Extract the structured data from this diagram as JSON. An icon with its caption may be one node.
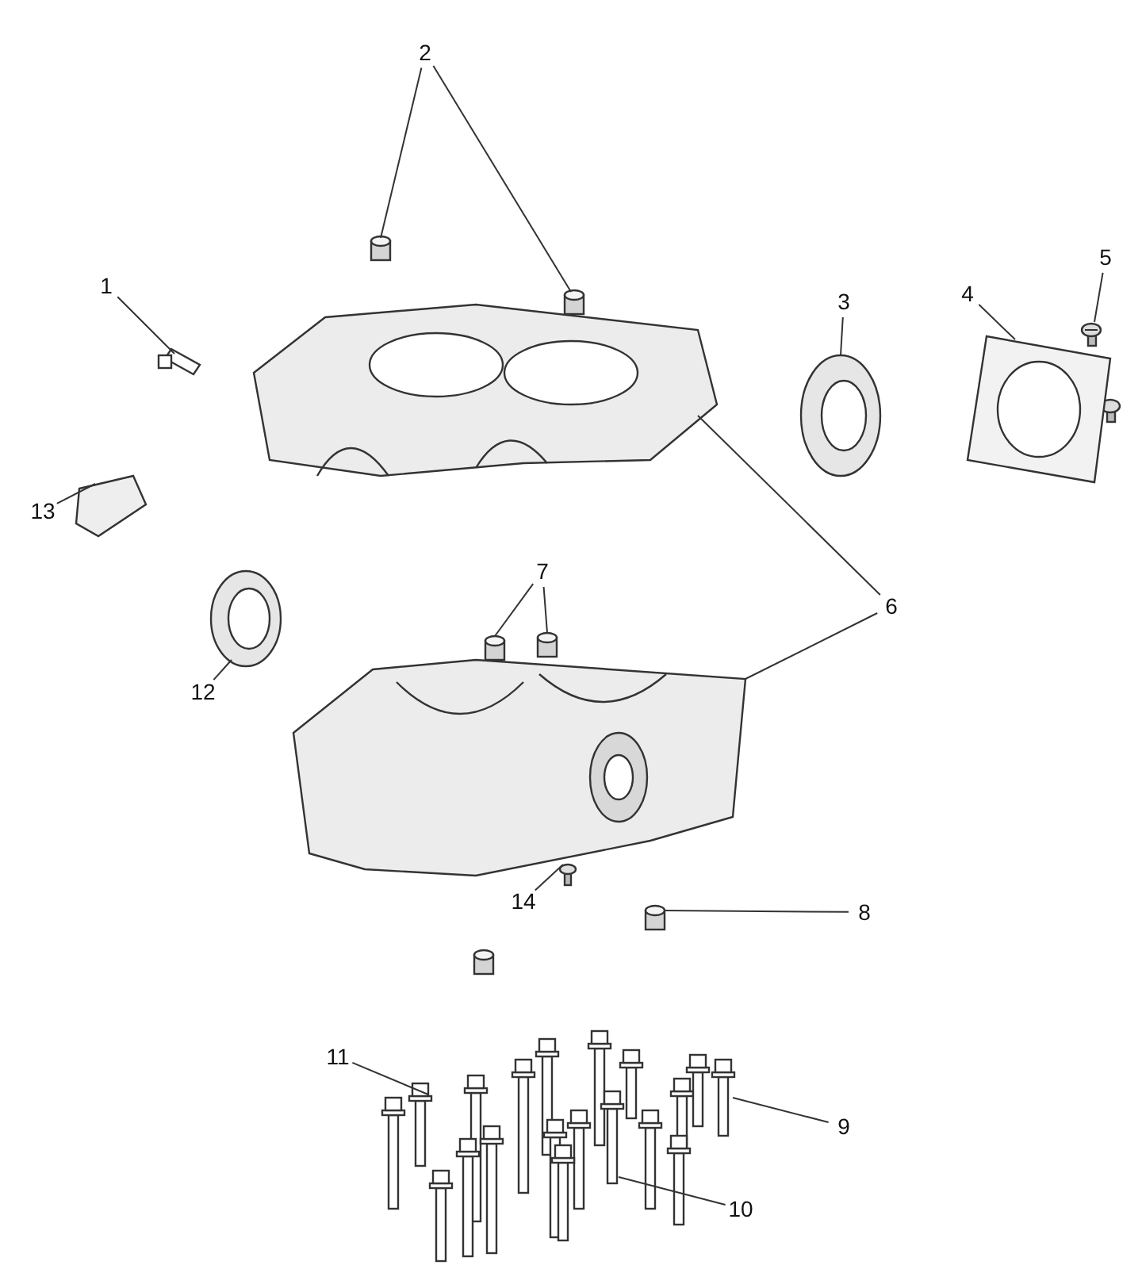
{
  "diagram": {
    "nodes": [
      {
        "text": [
          "2"
        ]
      },
      {
        "text": [],
        "shape": "cylinder"
      },
      {
        "text": [],
        "shape": "cylinder"
      },
      {
        "text": [
          "1"
        ]
      },
      {
        "text": [],
        "shape": "picture"
      },
      {
        "text": [
          "5"
        ]
      },
      {
        "text": [],
        "shape": "picture"
      },
      {
        "text": [
          "4"
        ]
      },
      {
        "text": [],
        "shape": "picture"
      },
      {
        "text": [
          "3"
        ]
      },
      {
        "text": [],
        "shape": "picture"
      },
      {
        "text": [],
        "shape": "picture"
      },
      {
        "text": [
          "13"
        ]
      },
      {
        "text": [],
        "shape": "picture"
      },
      {
        "text": [
          "7"
        ]
      },
      {
        "text": [],
        "shape": "cylinder"
      },
      {
        "text": [],
        "shape": "cylinder"
      },
      {
        "text": [
          "6"
        ]
      },
      {
        "text": [
          "12"
        ]
      },
      {
        "text": [],
        "shape": "picture"
      },
      {
        "text": [],
        "shape": "picture"
      },
      {
        "text": [
          "14"
        ]
      },
      {
        "text": [],
        "shape": "picture"
      },
      {
        "text": [
          "8"
        ]
      },
      {
        "text": [],
        "shape": "cylinder"
      },
      {
        "text": [
          "11"
        ]
      },
      {
        "text": [],
        "shape": "picture"
      },
      {
        "text": [
          "9"
        ]
      },
      {
        "text": [],
        "shape": "picture"
      },
      {
        "text": [
          "10"
        ]
      },
      {
        "text": [],
        "shape": "picture"
      }
    ],
    "edges": [
      {
        "from": 0,
        "to": 1,
        "arrow": "none"
      },
      {
        "from": 0,
        "to": 2,
        "arrow": "none"
      },
      {
        "from": 3,
        "to": 4,
        "arrow": "none"
      },
      {
        "from": 12,
        "to": 13,
        "arrow": "none"
      },
      {
        "from": 9,
        "to": 10,
        "arrow": "none"
      },
      {
        "from": 7,
        "to": 8,
        "arrow": "none"
      },
      {
        "from": 5,
        "to": 6,
        "arrow": "none"
      },
      {
        "from": 17,
        "to": 11,
        "arrow": "none"
      },
      {
        "from": 17,
        "to": 20,
        "arrow": "none"
      },
      {
        "from": 14,
        "to": 15,
        "arrow": "none"
      },
      {
        "from": 14,
        "to": 16,
        "arrow": "none"
      },
      {
        "from": 18,
        "to": 19,
        "arrow": "none"
      },
      {
        "from": 21,
        "to": 22,
        "arrow": "none"
      },
      {
        "from": 23,
        "to": 24,
        "arrow": "none"
      },
      {
        "from": 25,
        "to": 26,
        "arrow": "none"
      },
      {
        "from": 27,
        "to": 28,
        "arrow": "none"
      },
      {
        "from": 29,
        "to": 30,
        "arrow": "none"
      }
    ]
  }
}
